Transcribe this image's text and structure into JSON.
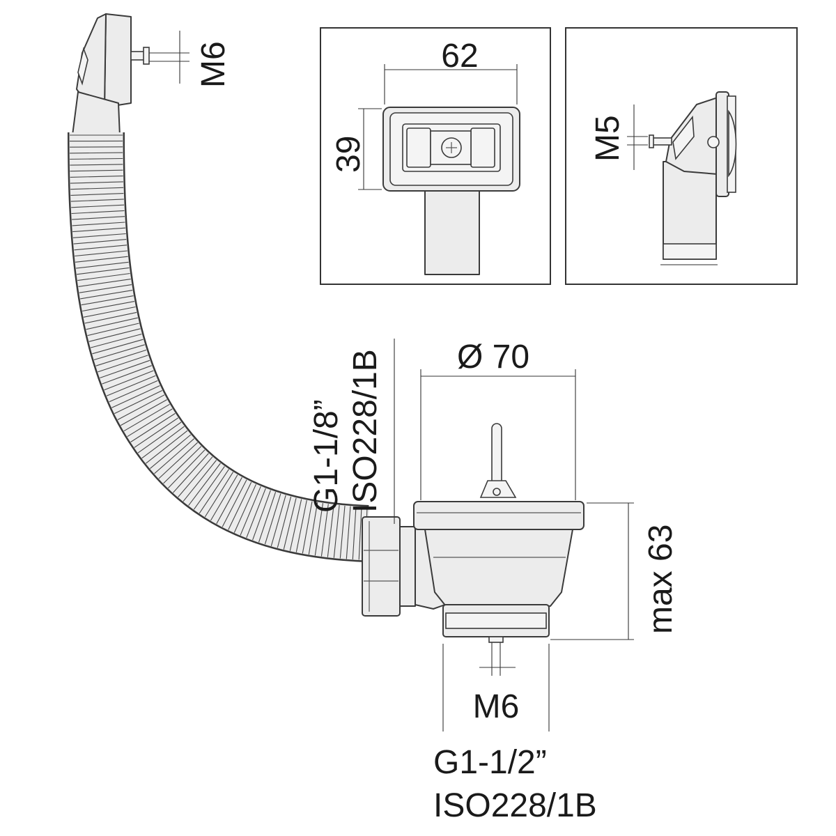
{
  "labels": {
    "top_thread": "M6",
    "panel_width": "62",
    "panel_height": "39",
    "panel_side_thread": "M5",
    "outlet_thread_line1": "G1-1/8”",
    "outlet_thread_line2": "ISO228/1B",
    "strainer_diameter": "Ø 70",
    "strainer_height": "max 63",
    "bottom_thread": "M6",
    "tail_thread_line1": "G1-1/2”",
    "tail_thread_line2": "ISO228/1B"
  }
}
